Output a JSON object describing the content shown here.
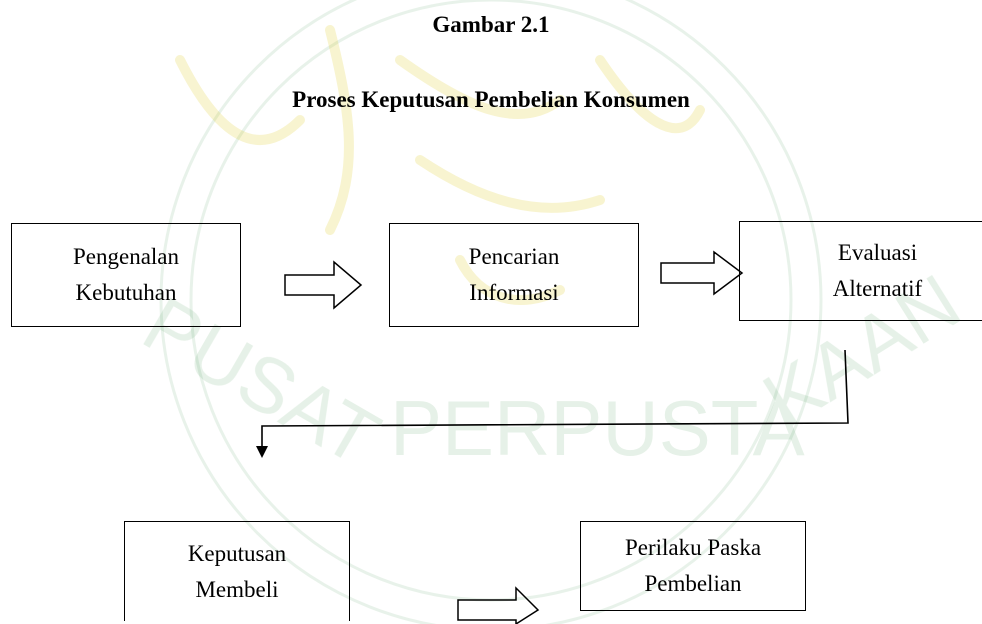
{
  "figure": {
    "number": "Gambar 2.1",
    "title": "Proses Keputusan Pembelian Konsumen"
  },
  "watermark": {
    "text": "PUSAT PERPUSTAKAAN"
  },
  "nodes": {
    "pengenalan": {
      "line1": "Pengenalan",
      "line2": "Kebutuhan"
    },
    "pencarian": {
      "line1": "Pencarian",
      "line2": "Informasi"
    },
    "evaluasi": {
      "line1": "Evaluasi",
      "line2": "Alternatif"
    },
    "keputusan": {
      "line1": "Keputusan",
      "line2": "Membeli"
    },
    "perilaku": {
      "line1": "Perilaku Paska",
      "line2": "Pembelian"
    }
  },
  "colors": {
    "lines": "#000000",
    "watermark": "#2e8b3a",
    "watermark_accent": "#d9c400"
  }
}
